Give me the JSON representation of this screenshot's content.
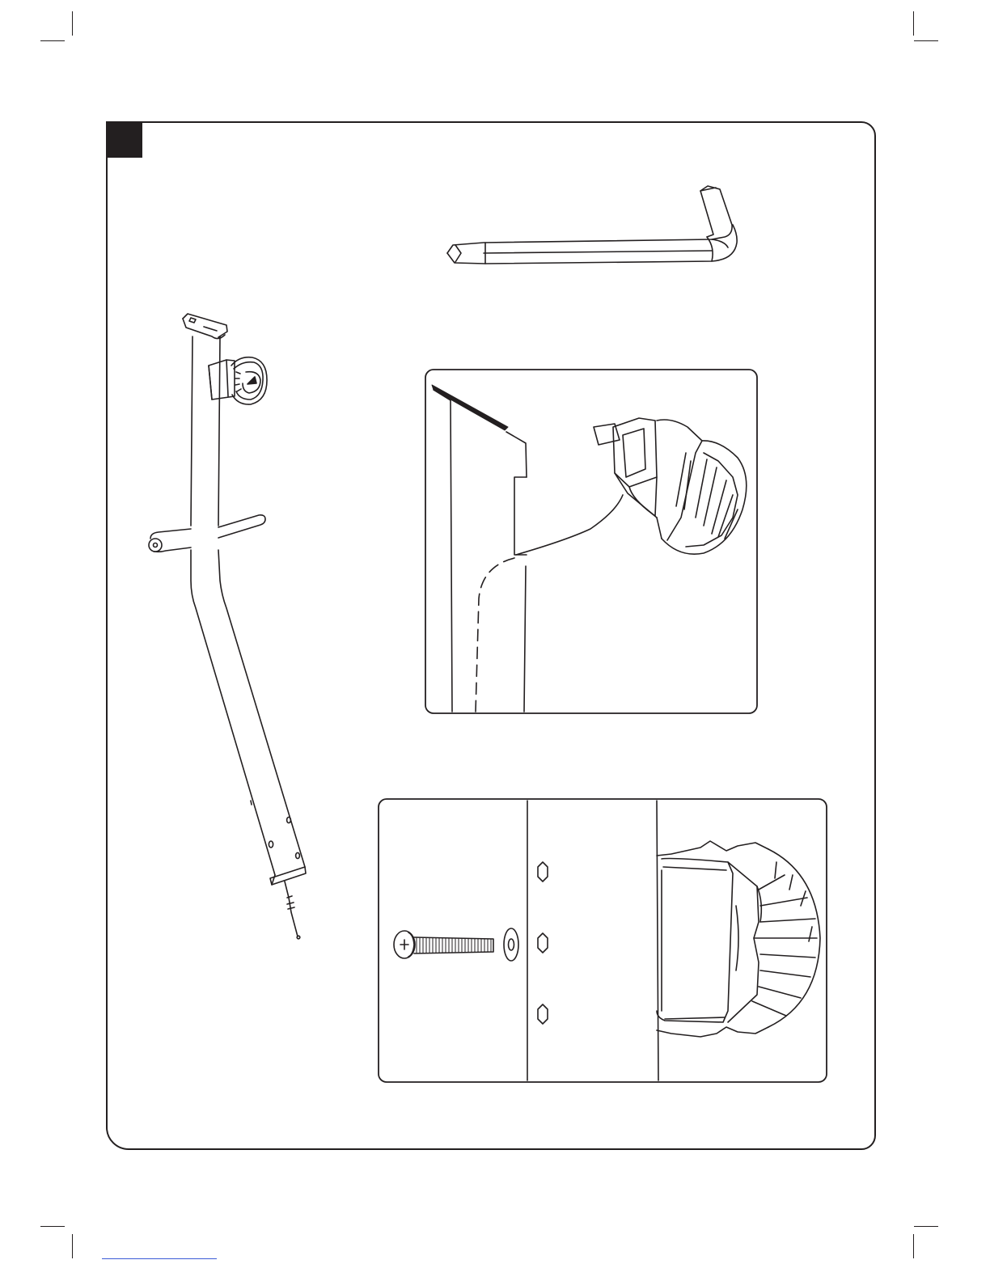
{
  "page": {
    "step_number": "",
    "accent_color": "#231f20"
  },
  "parts": {
    "tool": "hex-key-screwdriver",
    "main": "upright-post-with-tension-knob",
    "fastener": "bolt-and-washer"
  },
  "panels": [
    {
      "name": "knob-insertion-detail"
    },
    {
      "name": "bolt-fastening-detail"
    }
  ]
}
